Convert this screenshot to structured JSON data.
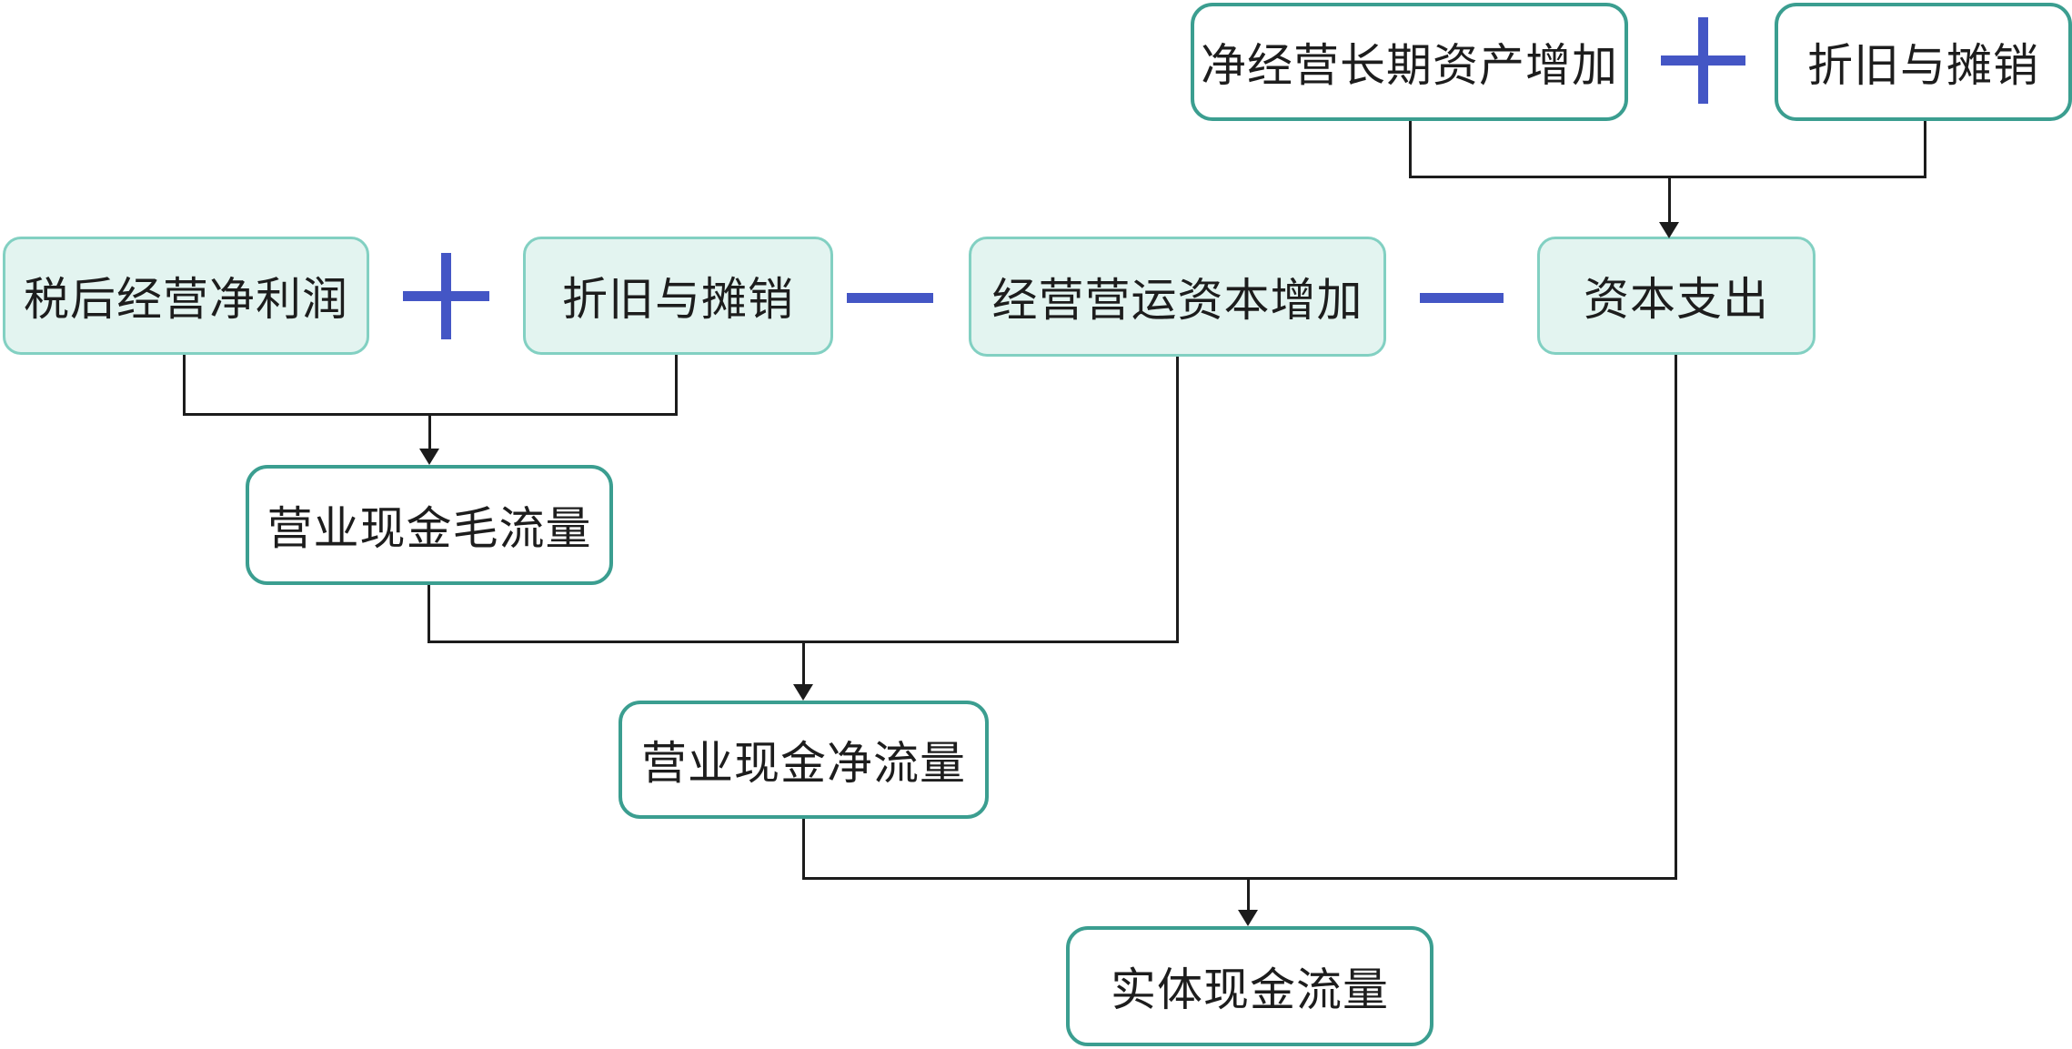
{
  "nodes": {
    "net_lt_asset_increase": "净经营长期资产增加",
    "dep_amort_top": "折旧与摊销",
    "nopat": "税后经营净利润",
    "dep_amort": "折旧与摊销",
    "owc_increase": "经营营运资本增加",
    "capex": "资本支出",
    "gross_ocf": "营业现金毛流量",
    "net_ocf": "营业现金净流量",
    "entity_cf": "实体现金流量"
  },
  "operators": {
    "plus_top": "+",
    "plus_mid": "+",
    "minus_1": "−",
    "minus_2": "−"
  },
  "colors": {
    "result_box_border": "#3b9e90",
    "result_box_fill": "#ffffff",
    "input_box_border": "#82d0c2",
    "input_box_fill": "#e3f4f0",
    "operator_blue": "#4456c5",
    "connector": "#1c1c1c",
    "text": "#1d1d1d"
  }
}
